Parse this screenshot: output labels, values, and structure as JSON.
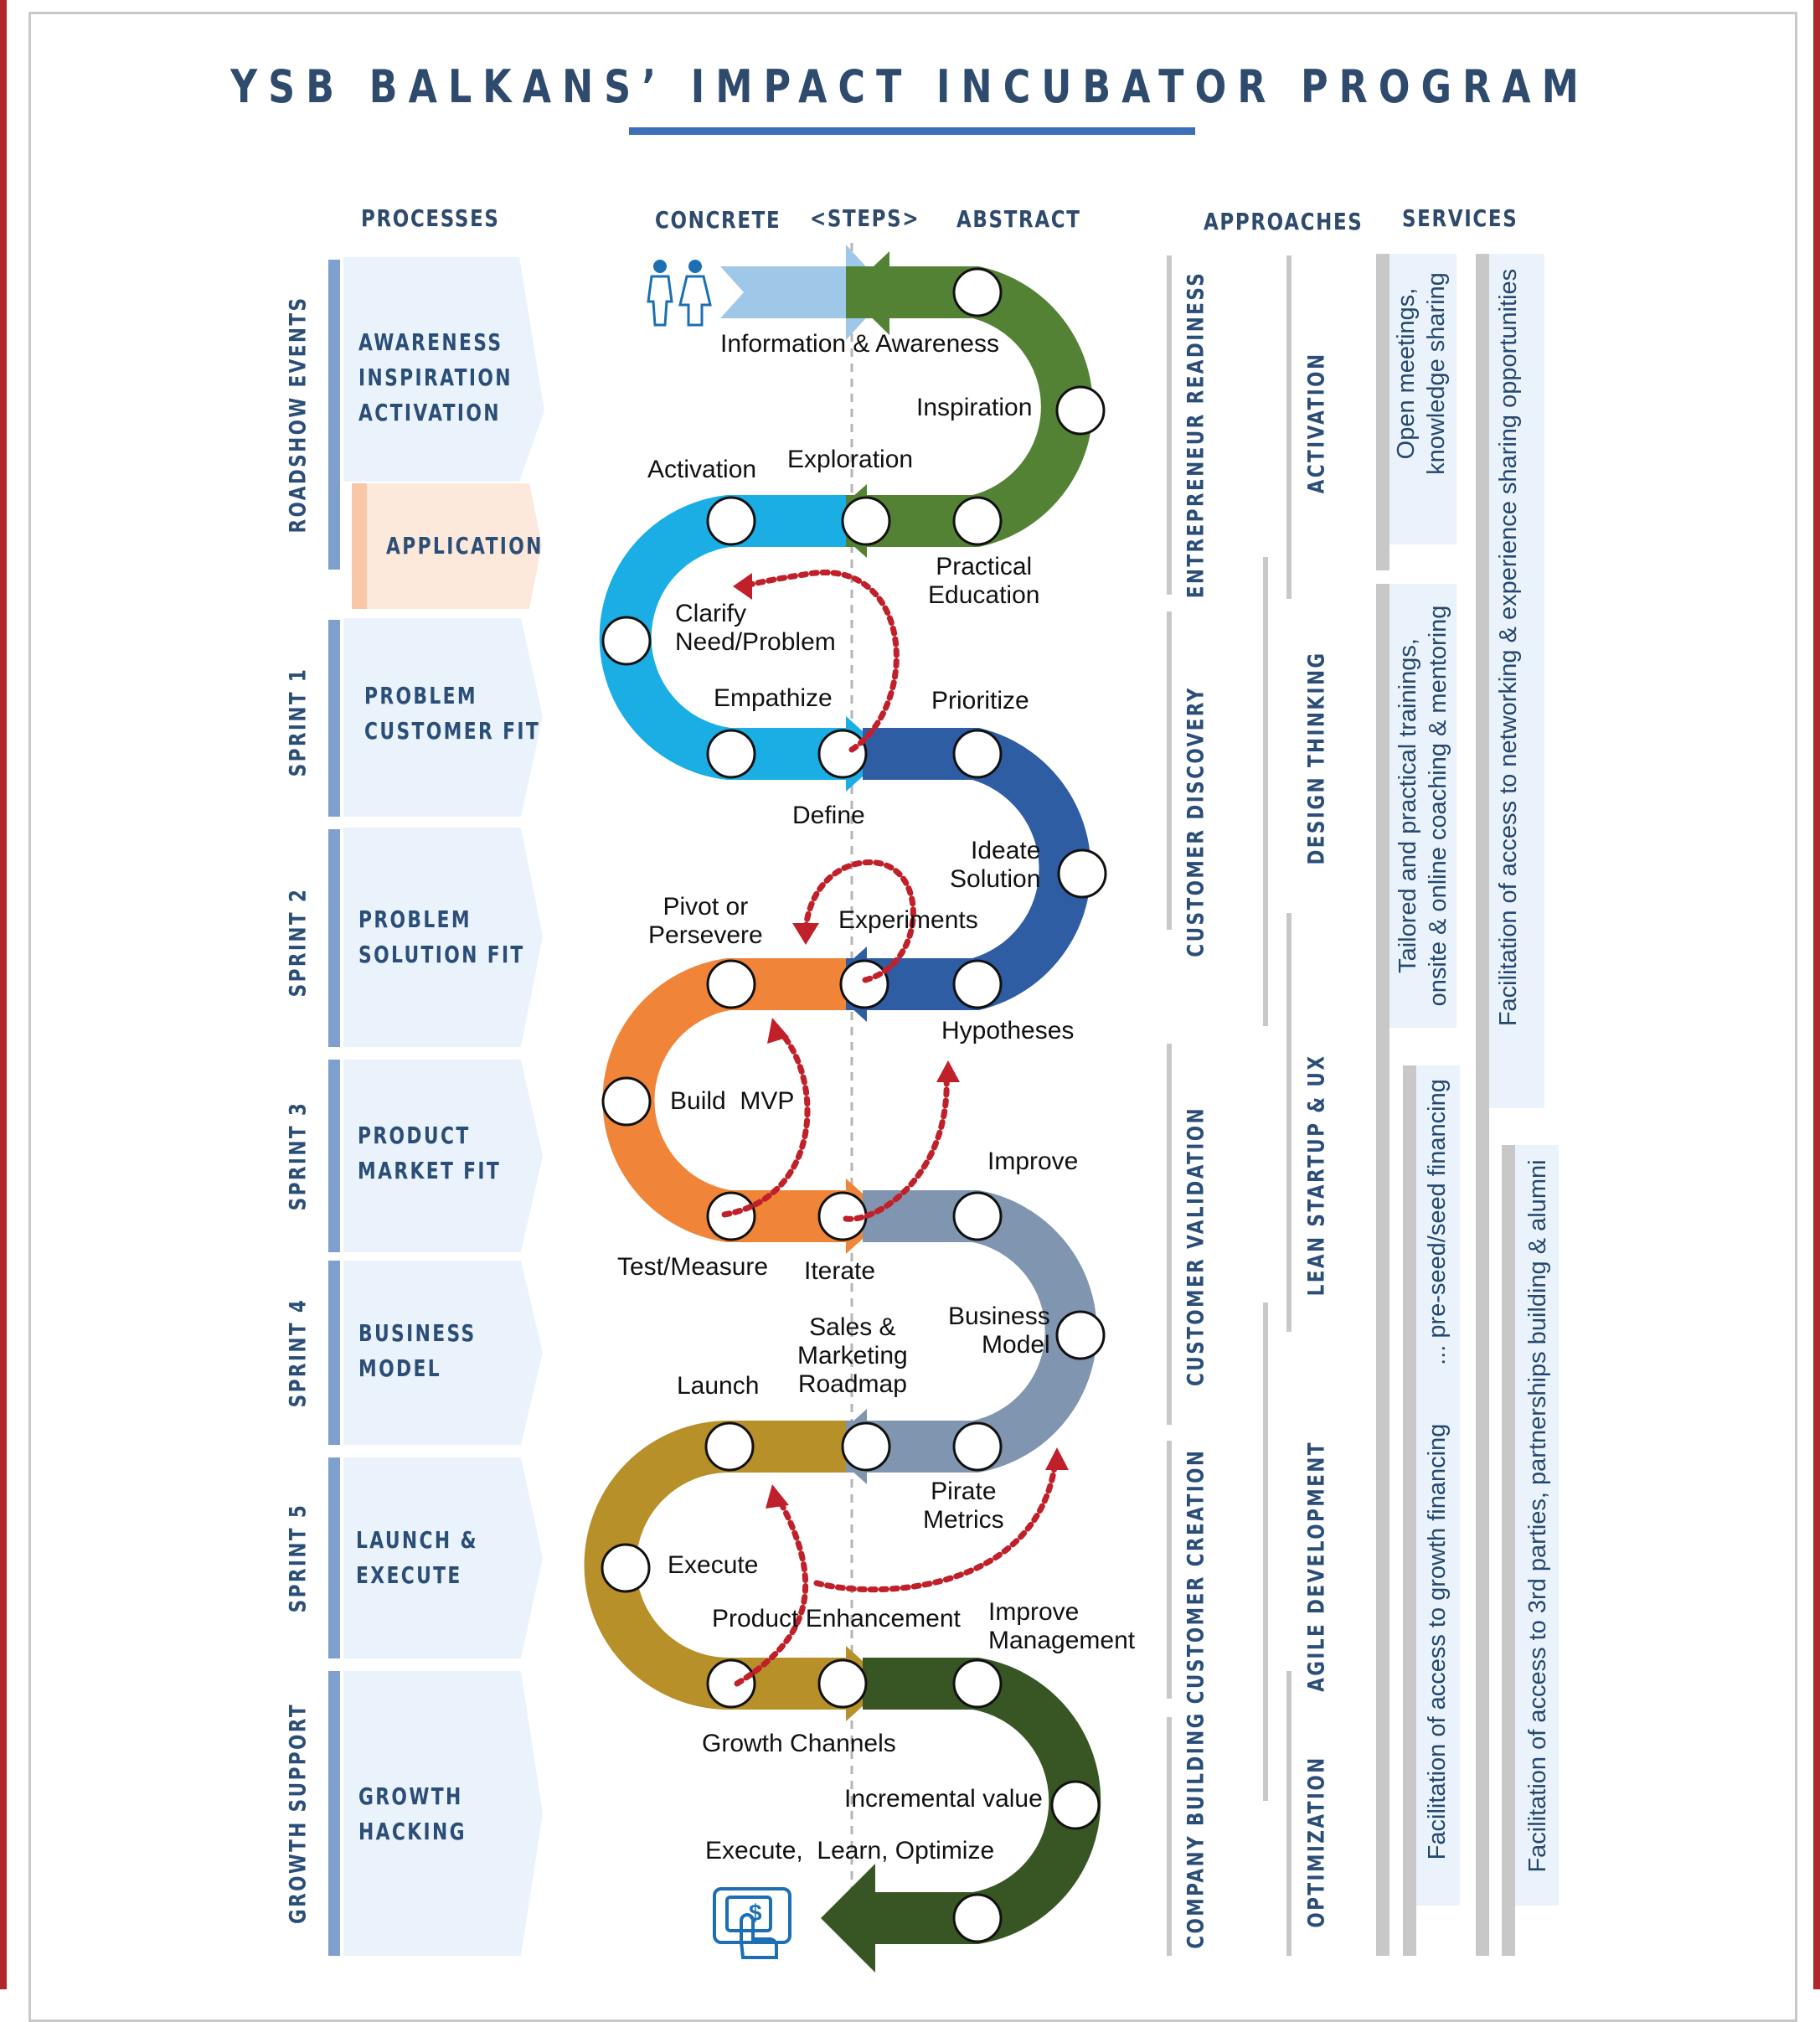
{
  "title": "YSB BALKANS’ IMPACT INCUBATOR PROGRAM",
  "headers": {
    "processes": "PROCESSES",
    "concrete": "CONCRETE",
    "steps": "<STEPS>",
    "abstract": "ABSTRACT",
    "approaches": "APPROACHES",
    "services": "SERVICES"
  },
  "phases": [
    {
      "label": "ROADSHOW EVENTS"
    },
    {
      "label": "SPRINT 1"
    },
    {
      "label": "SPRINT 2"
    },
    {
      "label": "SPRINT 3"
    },
    {
      "label": "SPRINT 4"
    },
    {
      "label": "SPRINT 5"
    },
    {
      "label": "GROWTH SUPPORT"
    }
  ],
  "processes": [
    {
      "label": "AWARENESS\nINSPIRATION\nACTIVATION"
    },
    {
      "label": "APPLICATION"
    },
    {
      "label": "PROBLEM\nCUSTOMER FIT"
    },
    {
      "label": "PROBLEM\nSOLUTION FIT"
    },
    {
      "label": "PRODUCT\nMARKET FIT"
    },
    {
      "label": "BUSINESS\nMODEL"
    },
    {
      "label": "LAUNCH &\nEXECUTE"
    },
    {
      "label": "GROWTH\nHACKING"
    }
  ],
  "steps": [
    "Information & Awareness",
    "Inspiration",
    "Exploration",
    "Activation",
    "Practical\nEducation",
    "Clarify\nNeed/Problem",
    "Empathize",
    "Prioritize",
    "Define",
    "Ideate\nSolution",
    "Pivot or\nPersevere",
    "Experiments",
    "Hypotheses",
    "Build  MVP",
    "Improve",
    "Test/Measure",
    "Iterate",
    "Sales &\nMarketing\nRoadmap",
    "Business\nModel",
    "Launch",
    "Pirate\nMetrics",
    "Execute",
    "Product Enhancement",
    "Improve\nManagement",
    "Growth Channels",
    "Incremental value",
    "Execute,  Learn, Optimize"
  ],
  "approaches_left": [
    "ENTREPRENEUR READINESS",
    "CUSTOMER DISCOVERY",
    "CUSTOMER VALIDATION",
    "CUSTOMER CREATION",
    "COMPANY BUILDING"
  ],
  "approaches_right": [
    "ACTIVATION",
    "DESIGN THINKING",
    "LEAN STARTUP & UX",
    "AGILE DEVELOPMENT",
    "OPTIMIZATION"
  ],
  "services": [
    "Open meetings,\nknowledge sharing",
    "Tailored and practical trainings,\nonsite & online coaching & mentoring",
    "Facilitation of access to networking & experience sharing opportunities",
    "... pre-seed/seed financing",
    "Facilitation of access to growth financing",
    "Facilitation of access to 3rd parties, partnerships building & alumni"
  ],
  "colors": {
    "title": "#2e4a6d",
    "accent_blue": "#3c6fb7",
    "green": "#548235",
    "cyan": "#1aaee5",
    "dark_blue": "#2f5da3",
    "orange": "#f0853a",
    "slate": "#8095b0",
    "gold": "#b8902a",
    "dark_green": "#375623",
    "light_arrow": "#9fc7e8",
    "dotted_red": "#c0202a",
    "border_red": "#b0262a"
  },
  "icons": [
    "people-icon",
    "payment-tablet-icon"
  ]
}
